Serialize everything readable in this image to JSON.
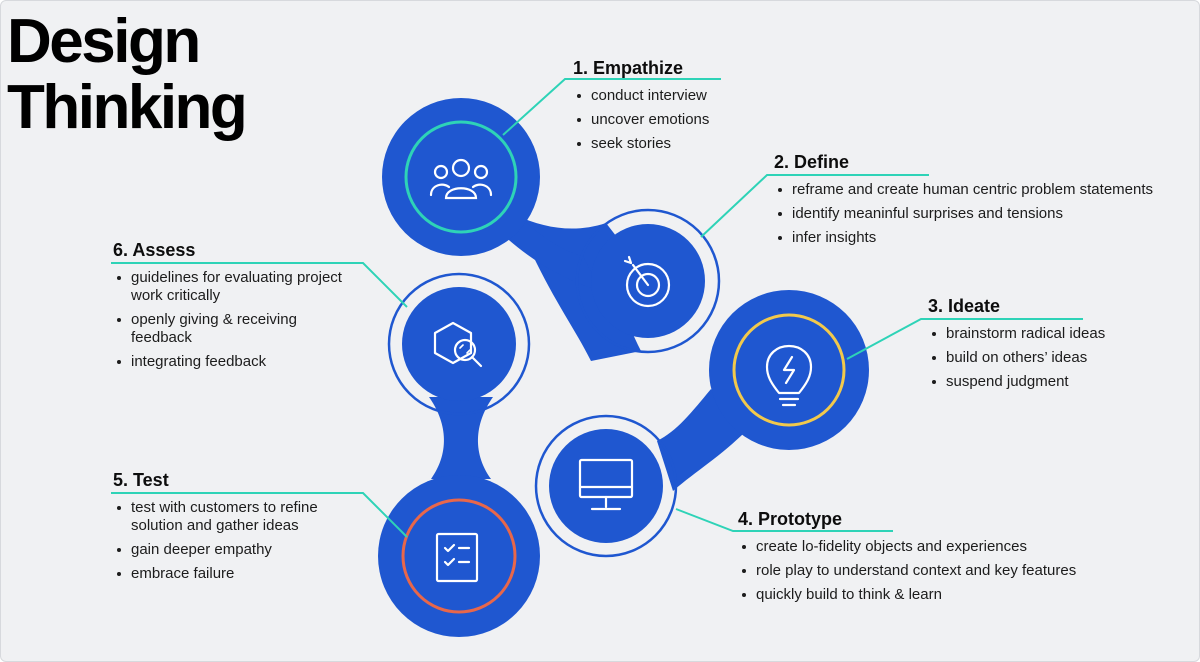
{
  "title": {
    "line1": "Design",
    "line2": "Thinking"
  },
  "colors": {
    "blue": "#1f57d0",
    "teal": "#2ed3b7",
    "yellow": "#f2c94c",
    "orange": "#e8674a",
    "background": "#f0f1f3"
  },
  "stages": [
    {
      "heading": "1. Empathize",
      "icon": "people-group-icon",
      "bullets": [
        "conduct interview",
        "uncover emotions",
        "seek stories"
      ]
    },
    {
      "heading": "2. Define",
      "icon": "target-arrow-icon",
      "bullets": [
        "reframe and create human centric problem statements",
        "identify meaninful surprises and tensions",
        "infer insights"
      ]
    },
    {
      "heading": "3. Ideate",
      "icon": "lightbulb-bolt-icon",
      "bullets": [
        "brainstorm radical ideas",
        "build on others’ ideas",
        "suspend judgment"
      ]
    },
    {
      "heading": "4. Prototype",
      "icon": "monitor-icon",
      "bullets": [
        "create lo-fidelity objects and experiences",
        "role play to understand context and key features",
        "quickly build to think & learn"
      ]
    },
    {
      "heading": "5. Test",
      "icon": "checklist-icon",
      "bullets": [
        "test with customers to refine solution and gather ideas",
        "gain deeper empathy",
        "embrace failure"
      ]
    },
    {
      "heading": "6. Assess",
      "icon": "hexagon-magnifier-icon",
      "bullets": [
        "guidelines for evaluating project work critically",
        "openly giving & receiving feedback",
        "integrating feedback"
      ]
    }
  ]
}
